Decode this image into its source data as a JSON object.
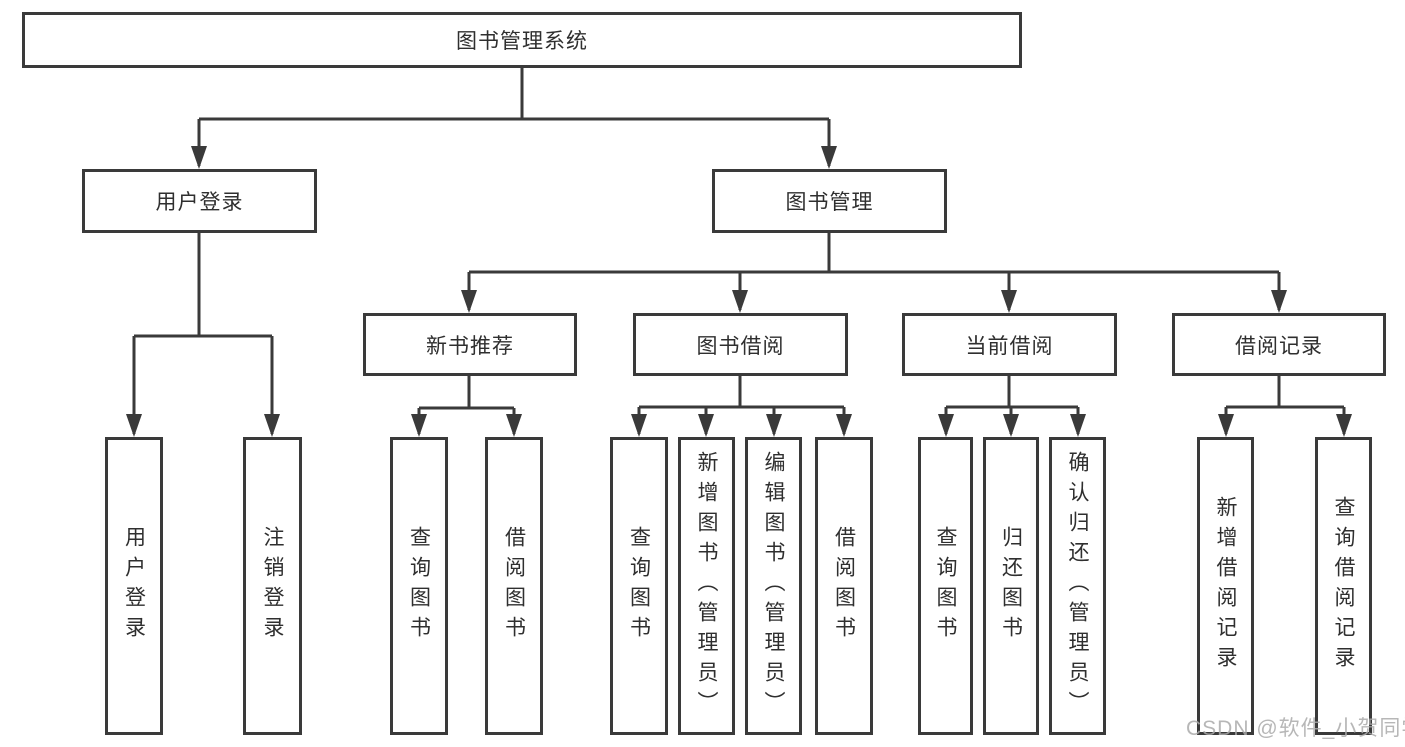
{
  "diagram": {
    "root": {
      "label": "图书管理系统"
    },
    "user_login": {
      "label": "用户登录",
      "children": [
        {
          "label": "用户登录"
        },
        {
          "label": "注销登录"
        }
      ]
    },
    "book_mgmt": {
      "label": "图书管理",
      "sections": [
        {
          "label": "新书推荐",
          "children": [
            {
              "label": "查询图书"
            },
            {
              "label": "借阅图书"
            }
          ]
        },
        {
          "label": "图书借阅",
          "children": [
            {
              "label": "查询图书"
            },
            {
              "label": "新增图书（管理员）"
            },
            {
              "label": "编辑图书（管理员）"
            },
            {
              "label": "借阅图书"
            }
          ]
        },
        {
          "label": "当前借阅",
          "children": [
            {
              "label": "查询图书"
            },
            {
              "label": "归还图书"
            },
            {
              "label": "确认归还（管理员）"
            }
          ]
        },
        {
          "label": "借阅记录",
          "children": [
            {
              "label": "新增借阅记录"
            },
            {
              "label": "查询借阅记录"
            }
          ]
        }
      ]
    }
  },
  "watermark": {
    "text": "CSDN @软件_小贺同学"
  },
  "colors": {
    "line": "#3a3a3a",
    "text": "#2f2f2f",
    "watermark": "#aaaaaa",
    "background": "#ffffff"
  }
}
